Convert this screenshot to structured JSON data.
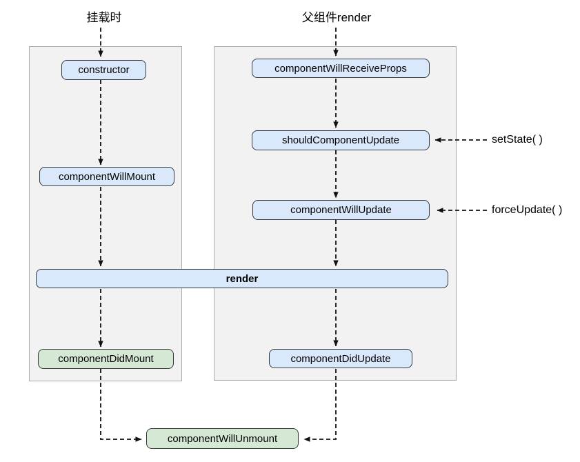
{
  "diagram": {
    "phase_labels": {
      "mount": "挂载时",
      "parent_render": "父组件render"
    },
    "nodes": {
      "constructor": "constructor",
      "component_will_mount": "componentWillMount",
      "component_will_receive_props": "componentWillReceiveProps",
      "should_component_update": "shouldComponentUpdate",
      "component_will_update": "componentWillUpdate",
      "render": "render",
      "component_did_mount": "componentDidMount",
      "component_did_update": "componentDidUpdate",
      "component_will_unmount": "componentWillUnmount"
    },
    "annotations": {
      "set_state": "setState( )",
      "force_update": "forceUpdate( )"
    },
    "colors": {
      "blue_node_fill": "#dae8fc",
      "green_node_fill": "#d5e8d4",
      "node_border": "#33383d",
      "container_fill": "#f2f2f2",
      "container_border": "#a9a9a9",
      "arrow": "#111111"
    }
  }
}
